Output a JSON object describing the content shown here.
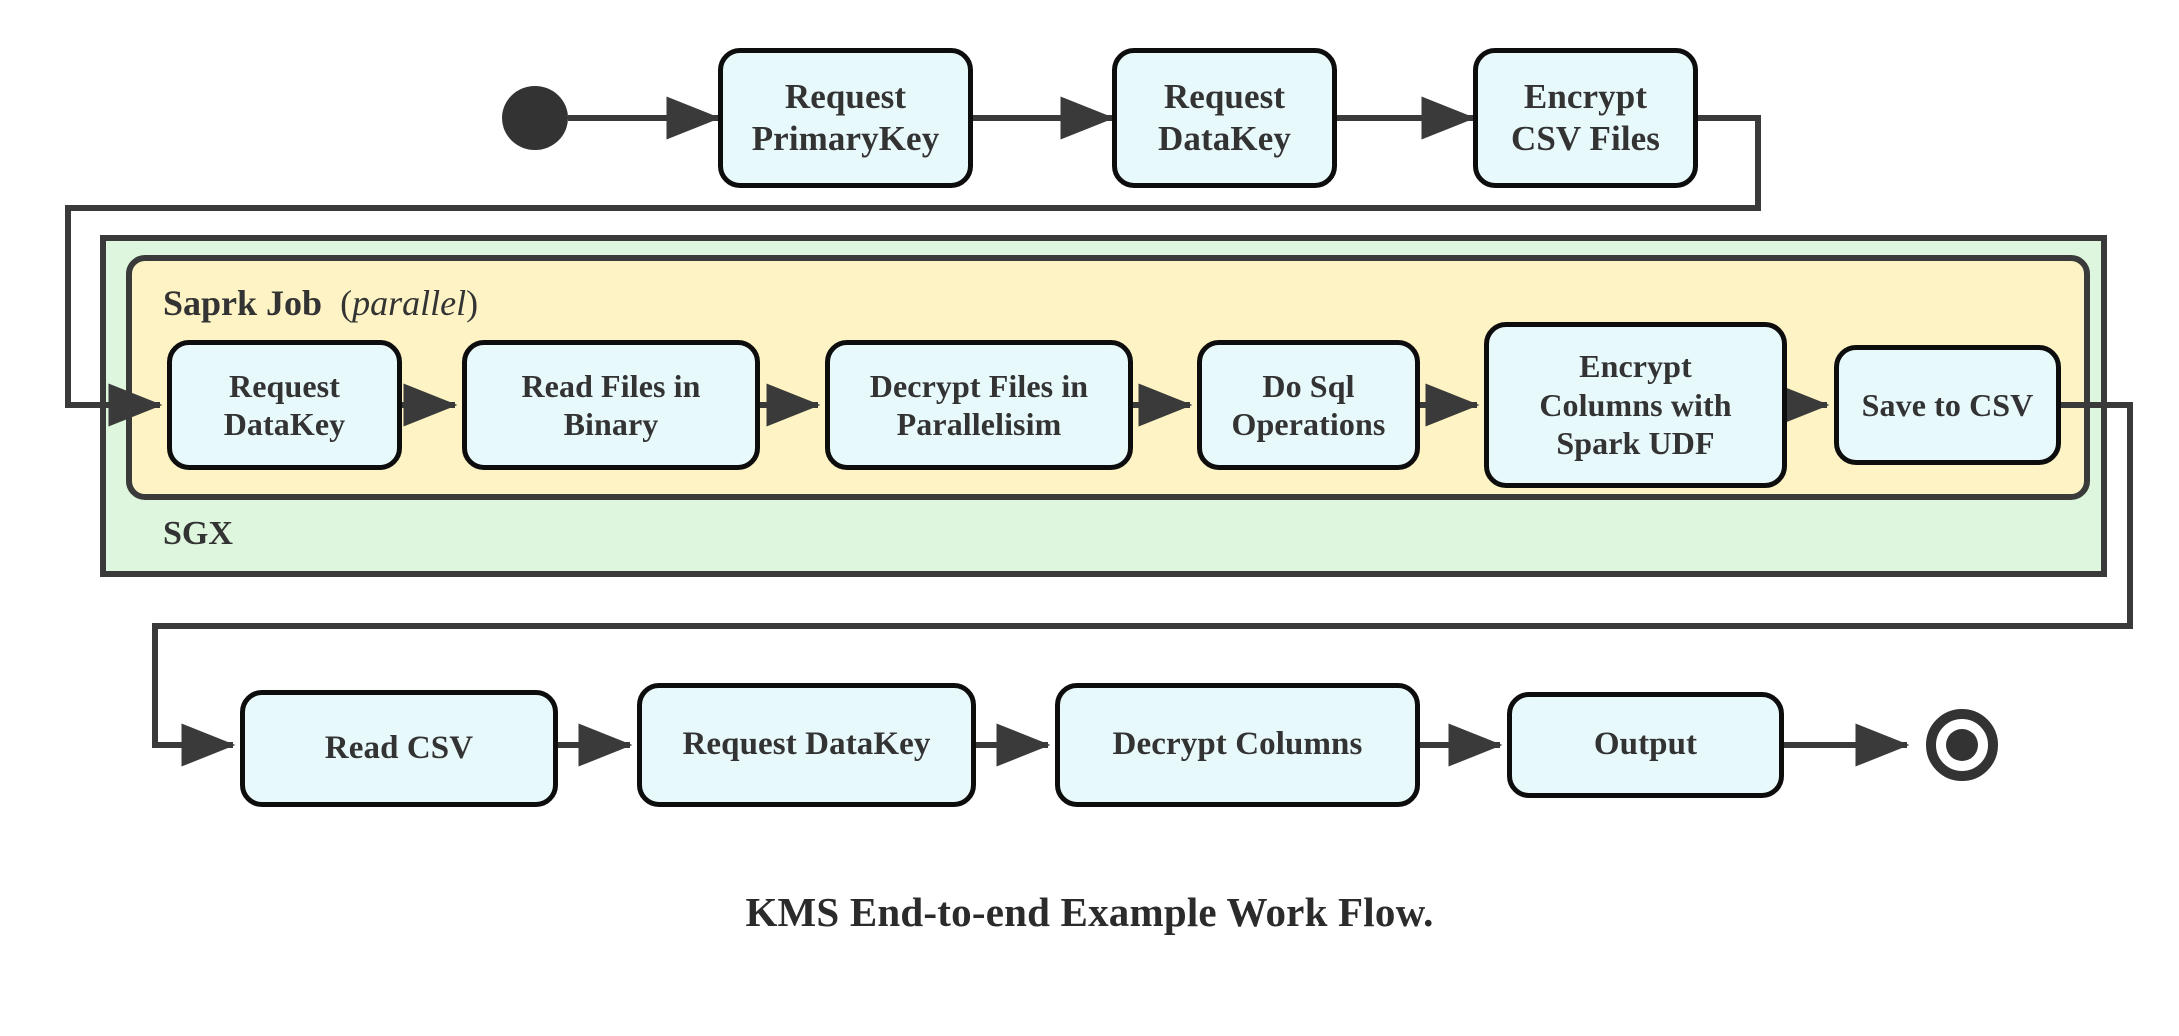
{
  "diagram": {
    "caption": "KMS End-to-end Example Work Flow.",
    "colors": {
      "node_fill": "#e8f9fc",
      "node_stroke": "#0d0d0d",
      "sgx_fill": "#ddf6dd",
      "spark_fill": "#fdf3c4",
      "connector": "#3a3a3a",
      "text": "#333333"
    },
    "start_node": {
      "name": "start-state",
      "label": ""
    },
    "end_node": {
      "name": "end-state",
      "label": ""
    },
    "containers": [
      {
        "id": "sgx",
        "label": "SGX",
        "annotation": "",
        "fill": "#ddf6dd"
      },
      {
        "id": "spark",
        "label": "Saprk Job",
        "annotation": "parallel",
        "fill": "#fdf3c4"
      }
    ],
    "rows": [
      {
        "id": "row-top",
        "nodes": [
          {
            "id": "request-primarykey",
            "lines": [
              "Request",
              "PrimaryKey"
            ]
          },
          {
            "id": "request-datakey-top",
            "lines": [
              "Request",
              "DataKey"
            ]
          },
          {
            "id": "encrypt-csv-files",
            "lines": [
              "Encrypt",
              "CSV Files"
            ]
          }
        ]
      },
      {
        "id": "row-spark",
        "nodes": [
          {
            "id": "request-datakey-spark",
            "lines": [
              "Request",
              "DataKey"
            ]
          },
          {
            "id": "read-files-in-binary",
            "lines": [
              "Read Files in",
              "Binary"
            ]
          },
          {
            "id": "decrypt-files-parallel",
            "lines": [
              "Decrypt Files in",
              "Parallelisim"
            ]
          },
          {
            "id": "do-sql-operations",
            "lines": [
              "Do Sql",
              "Operations"
            ]
          },
          {
            "id": "encrypt-columns-udf",
            "lines": [
              "Encrypt",
              "Columns with",
              "Spark UDF"
            ]
          },
          {
            "id": "save-to-csv",
            "lines": [
              "Save to CSV"
            ]
          }
        ]
      },
      {
        "id": "row-bottom",
        "nodes": [
          {
            "id": "read-csv",
            "lines": [
              "Read CSV"
            ]
          },
          {
            "id": "request-datakey-bottom",
            "lines": [
              "Request DataKey"
            ]
          },
          {
            "id": "decrypt-columns",
            "lines": [
              "Decrypt Columns"
            ]
          },
          {
            "id": "output",
            "lines": [
              "Output"
            ]
          }
        ]
      }
    ],
    "flow_sequence": [
      "start-state",
      "Request PrimaryKey",
      "Request DataKey",
      "Encrypt CSV Files",
      "Request DataKey",
      "Read Files in Binary",
      "Decrypt Files in Parallelisim",
      "Do Sql Operations",
      "Encrypt Columns with Spark UDF",
      "Save to CSV",
      "Read CSV",
      "Request DataKey",
      "Decrypt Columns",
      "Output",
      "end-state"
    ]
  }
}
